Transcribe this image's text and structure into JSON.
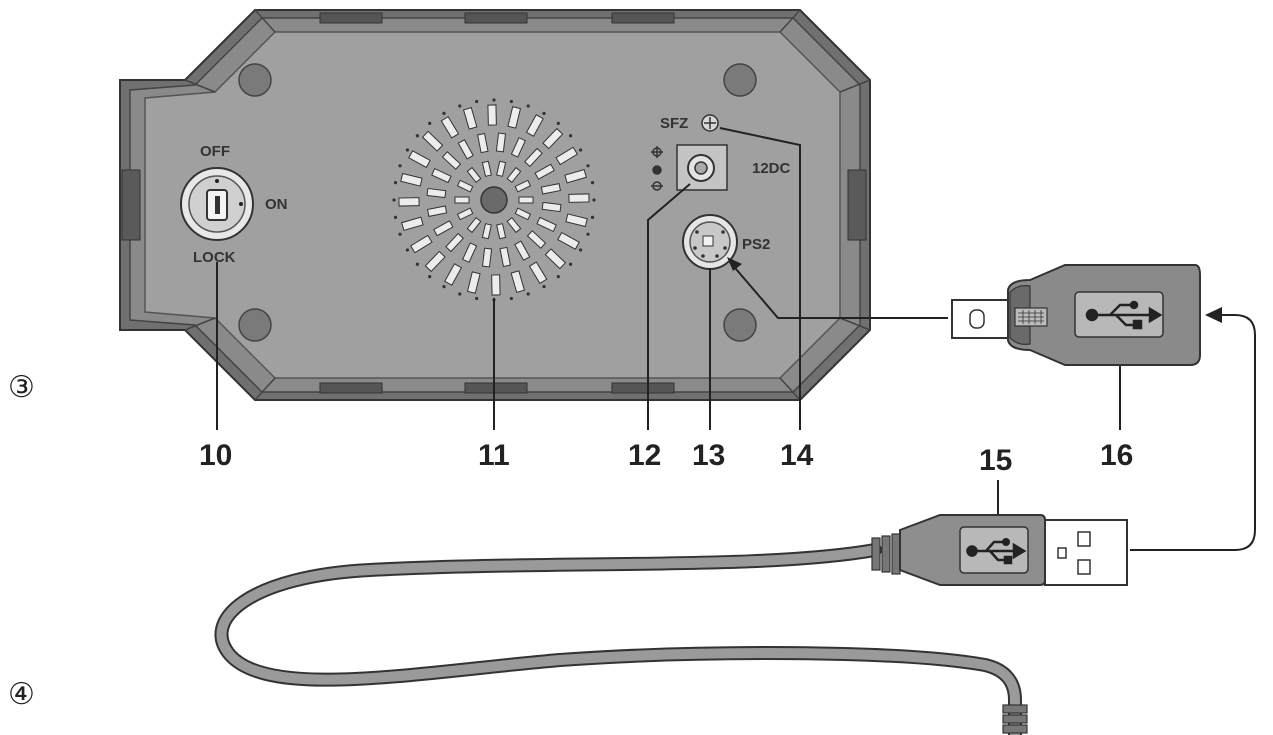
{
  "step_markers": [
    "③",
    "④"
  ],
  "panel_labels": {
    "off": "OFF",
    "on": "ON",
    "lock": "LOCK",
    "sfz": "SFZ",
    "dc": "12DC",
    "ps2": "PS2"
  },
  "callouts": [
    "10",
    "11",
    "12",
    "13",
    "14",
    "15",
    "16"
  ],
  "colors": {
    "device_body": "#6e6e6e",
    "device_face": "#9b9b9b",
    "bevel": "#808080",
    "connector": "#8f8f8f",
    "cable": "#8a8a8a",
    "line": "#222222"
  },
  "icons": [
    "key-switch-icon",
    "speaker-grille-icon",
    "power-jack-icon",
    "ps2-port-icon",
    "sfz-screw-icon",
    "usb-symbol-icon",
    "keyboard-symbol-icon"
  ]
}
